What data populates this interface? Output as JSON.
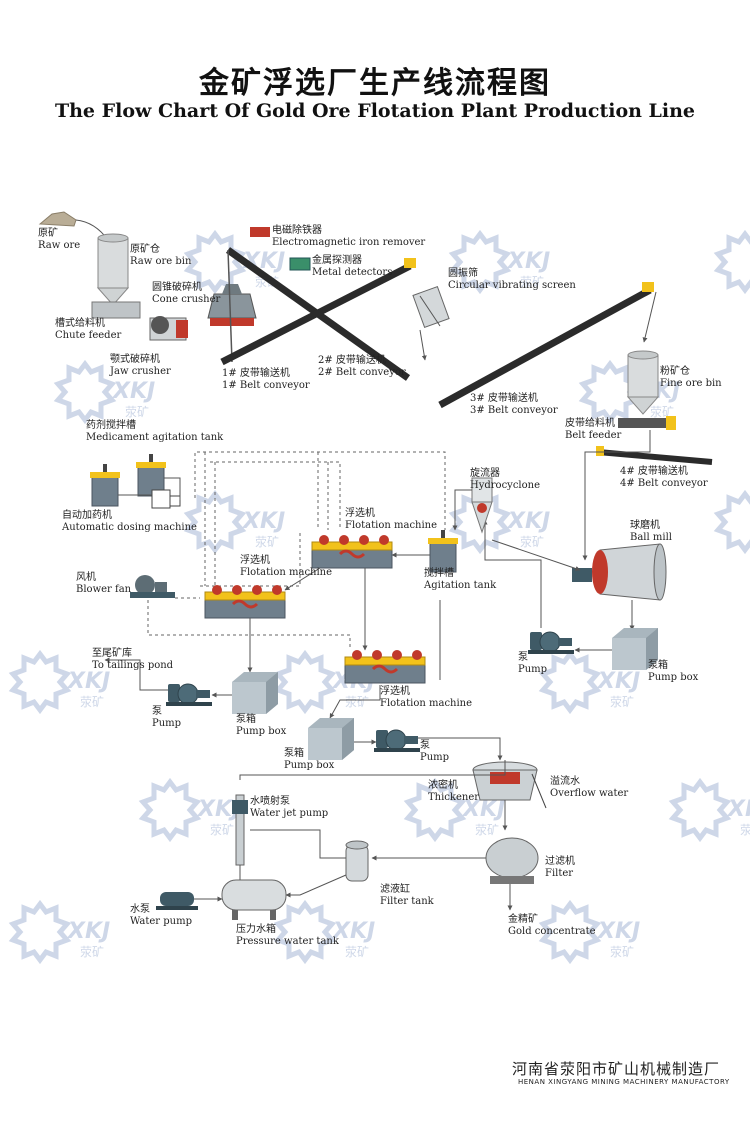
{
  "title": {
    "cn": "金矿浮选厂生产线流程图",
    "en": "The Flow Chart Of Gold Ore Flotation Plant Production Line"
  },
  "watermark": {
    "text": "XKJ",
    "sub": "荥矿"
  },
  "labels": {
    "raw_ore": {
      "cn": "原矿",
      "en": "Raw ore"
    },
    "raw_ore_bin": {
      "cn": "原矿仓",
      "en": "Raw ore bin"
    },
    "em_iron_remover": {
      "cn": "电磁除铁器",
      "en": "Electromagnetic iron remover"
    },
    "metal_detectors": {
      "cn": "金属探测器",
      "en": "Metal detectors"
    },
    "circular_screen": {
      "cn": "圆振筛",
      "en": "Circular vibrating screen"
    },
    "cone_crusher": {
      "cn": "圆锥破碎机",
      "en": "Cone crusher"
    },
    "chute_feeder": {
      "cn": "槽式给料机",
      "en": "Chute feeder"
    },
    "jaw_crusher": {
      "cn": "颚式破碎机",
      "en": "Jaw crusher"
    },
    "belt1": {
      "cn": "1# 皮带输送机",
      "en": "1#  Belt conveyor"
    },
    "belt2": {
      "cn": "2# 皮带输送机",
      "en": "2#  Belt conveyor"
    },
    "belt3": {
      "cn": "3# 皮带输送机",
      "en": "3#  Belt conveyor"
    },
    "belt4": {
      "cn": "4# 皮带输送机",
      "en": "4#  Belt conveyor"
    },
    "fine_ore_bin": {
      "cn": "粉矿仓",
      "en": "Fine ore bin"
    },
    "belt_feeder": {
      "cn": "皮带给料机",
      "en": "Belt feeder"
    },
    "med_tank": {
      "cn": "药剂搅拌槽",
      "en": "Medicament agitation tank"
    },
    "auto_dosing": {
      "cn": "自动加药机",
      "en": "Automatic dosing machine"
    },
    "hydrocyclone": {
      "cn": "旋流器",
      "en": "Hydrocyclone"
    },
    "flotation_top": {
      "cn": "浮选机",
      "en": "Flotation machine"
    },
    "flotation_left": {
      "cn": "浮选机",
      "en": "Flotation machine"
    },
    "flotation_bottom": {
      "cn": "浮选机",
      "en": "Flotation machine"
    },
    "agitation_tank": {
      "cn": "搅拌槽",
      "en": "Agitation tank"
    },
    "ball_mill": {
      "cn": "球磨机",
      "en": "Ball mill"
    },
    "blower": {
      "cn": "风机",
      "en": "Blower fan"
    },
    "tailings": {
      "cn": "至尾矿库",
      "en": "To tailings pond"
    },
    "pump_left": {
      "cn": "泵",
      "en": "Pump"
    },
    "pumpbox_left": {
      "cn": "泵箱",
      "en": "Pump box"
    },
    "pump_right": {
      "cn": "泵",
      "en": "Pump"
    },
    "pumpbox_right": {
      "cn": "泵箱",
      "en": "Pump box"
    },
    "pumpbox_mid": {
      "cn": "泵箱",
      "en": "Pump box"
    },
    "pump_mid": {
      "cn": "泵",
      "en": "Pump"
    },
    "thickener": {
      "cn": "浓密机",
      "en": "Thickener"
    },
    "overflow": {
      "cn": "溢流水",
      "en": "Overflow water"
    },
    "water_jet": {
      "cn": "水喷射泵",
      "en": "Water jet pump"
    },
    "filter_tank": {
      "cn": "滤液缸",
      "en": "Filter tank"
    },
    "filter": {
      "cn": "过滤机",
      "en": "Filter"
    },
    "water_pump": {
      "cn": "水泵",
      "en": "Water pump"
    },
    "pressure_tank": {
      "cn": "压力水箱",
      "en": "Pressure water tank"
    },
    "gold_conc": {
      "cn": "金精矿",
      "en": "Gold concentrate"
    }
  },
  "footer": {
    "cn": "河南省荥阳市矿山机械制造厂",
    "en": "HENAN XINGYANG MINING MACHINERY MANUFACTORY"
  },
  "colors": {
    "belt": "#2b2b2b",
    "flotation_body": "#6f7f8c",
    "flotation_top": "#f2c21b",
    "impeller": "#c0392b",
    "pump": "#3f5a66",
    "pump_box": "#a9b6be",
    "watermark": "#c9d3e6",
    "silo": "#d9dcdd",
    "line": "#555555"
  }
}
